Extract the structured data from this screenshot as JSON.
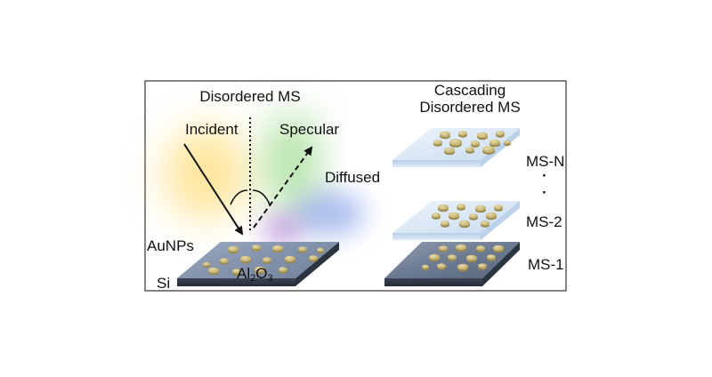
{
  "left_panel": {
    "title": "Disordered MS",
    "incident_label": "Incident",
    "specular_label": "Specular",
    "diffused_label": "Diffused",
    "aunps_label": "AuNPs",
    "si_label": "Si",
    "al2o3_main": "Al",
    "al2o3_sub1": "2",
    "al2o3_mid": "O",
    "al2o3_sub2": "3"
  },
  "right_panel": {
    "title_line1": "Cascading",
    "title_line2": "Disordered MS",
    "layer_n": "MS-N",
    "dot1": "·",
    "dot2": "·",
    "layer_2": "MS-2",
    "layer_1": "MS-1"
  },
  "colors": {
    "frame": "#333333",
    "nanoparticle": "#c8b87a",
    "nanoparticle_rim": "#9a8a4e",
    "layer_top": "#dce9f7",
    "substrate_top": "#7f8ea3",
    "substrate_side": "#3c4656",
    "glow_yellow": "#ffd24d",
    "glow_green": "#7fd06a",
    "glow_blue": "#6f8fe6",
    "glow_purple": "#a05ad0"
  }
}
